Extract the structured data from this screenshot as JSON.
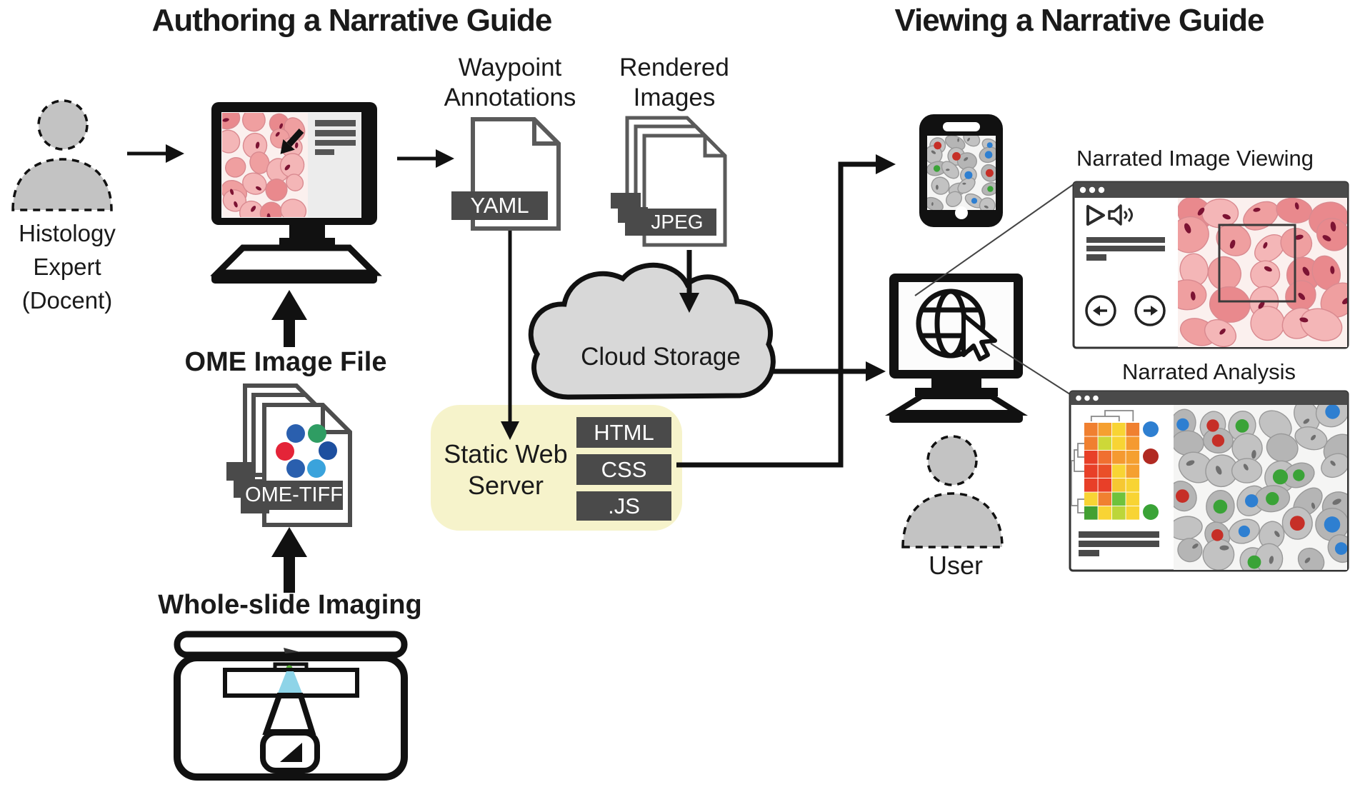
{
  "authoring": {
    "title": "Authoring a Narrative Guide",
    "expert_label": "Histology\nExpert\n(Docent)",
    "waypoint_label": "Waypoint\nAnnotations",
    "yaml_badge": "YAML",
    "rendered_label": "Rendered\nImages",
    "jpeg_badge": "JPEG",
    "cloud_label": "Cloud Storage",
    "server_label": "Static Web\nServer",
    "server_badges": [
      "HTML",
      "CSS",
      ".JS"
    ],
    "ome_label": "OME Image File",
    "ometiff_badge": "OME-TIFF",
    "wsi_label": "Whole-slide Imaging"
  },
  "viewing": {
    "title": "Viewing a Narrative Guide",
    "user_label": "User",
    "narrated_image_viewing_label": "Narrated Image Viewing",
    "narrated_analysis_label": "Narrated Analysis"
  },
  "icons": {
    "play-icon": "triangle-outline",
    "speaker-icon": "speaker-with-waves",
    "prev-icon": "circled-left-arrow",
    "next-icon": "circled-right-arrow",
    "window-dots-icon": "three-dots",
    "browser-icon": "globe-with-cursor",
    "annotation-arrow-icon": "black-arrow"
  },
  "colors": {
    "ink": "#1a1a1a",
    "badge_dark": "#4a4a4a",
    "panel_bar": "#555555",
    "yellow_box": "#f6f3cb",
    "cloud_fill": "#d8d8d8",
    "person_fill": "#c3c3c3",
    "file_stroke": "#5a5a5a",
    "beam": "#8ed4e8",
    "specimen_green": "#5bb53a",
    "histology": {
      "bg": "#fbf0ee",
      "cell": "#ef9fa0",
      "cell_alt": "#e9898d",
      "cell_light": "#f4b6b7",
      "nucleus": "#7c1333",
      "outline": "#d98a90"
    },
    "gray_cells": {
      "bg": "#f5f5f4",
      "cell": "#c2c2c2",
      "cell_alt": "#b5b5b5",
      "outline": "#999999",
      "nucleus": "#6f6f6f"
    },
    "markers": {
      "blue": "#2e7fd1",
      "red": "#c62f27",
      "green": "#3aa337"
    },
    "legend": {
      "blue": "#2e7fd1",
      "red": "#b12a22",
      "green": "#3aa337"
    },
    "ome_dots": [
      "#2a5fae",
      "#2f9d63",
      "#e42438",
      "#1d4f9f",
      "#2a5fae",
      "#3aa3dc"
    ]
  },
  "heatmap": {
    "rows": 7,
    "cols": 4,
    "cells": [
      [
        "#f08030",
        "#f5a030",
        "#f8d434",
        "#f08030"
      ],
      [
        "#f08030",
        "#cdd838",
        "#f8d434",
        "#f59a30"
      ],
      [
        "#e83f28",
        "#f07030",
        "#f59a30",
        "#f5a030"
      ],
      [
        "#e83f28",
        "#ea4f28",
        "#f8d434",
        "#f5a030"
      ],
      [
        "#e83f28",
        "#e83f28",
        "#f6c832",
        "#f8d434"
      ],
      [
        "#f8d434",
        "#f08030",
        "#6fc23c",
        "#f8d434"
      ],
      [
        "#42a032",
        "#f8d434",
        "#bcd63a",
        "#f8d434"
      ]
    ]
  },
  "markers_layout": {
    "phone": {
      "blue": 4,
      "red": 3,
      "green": 2
    },
    "analysis": {
      "blue": 6,
      "red": 5,
      "green": 6
    }
  }
}
